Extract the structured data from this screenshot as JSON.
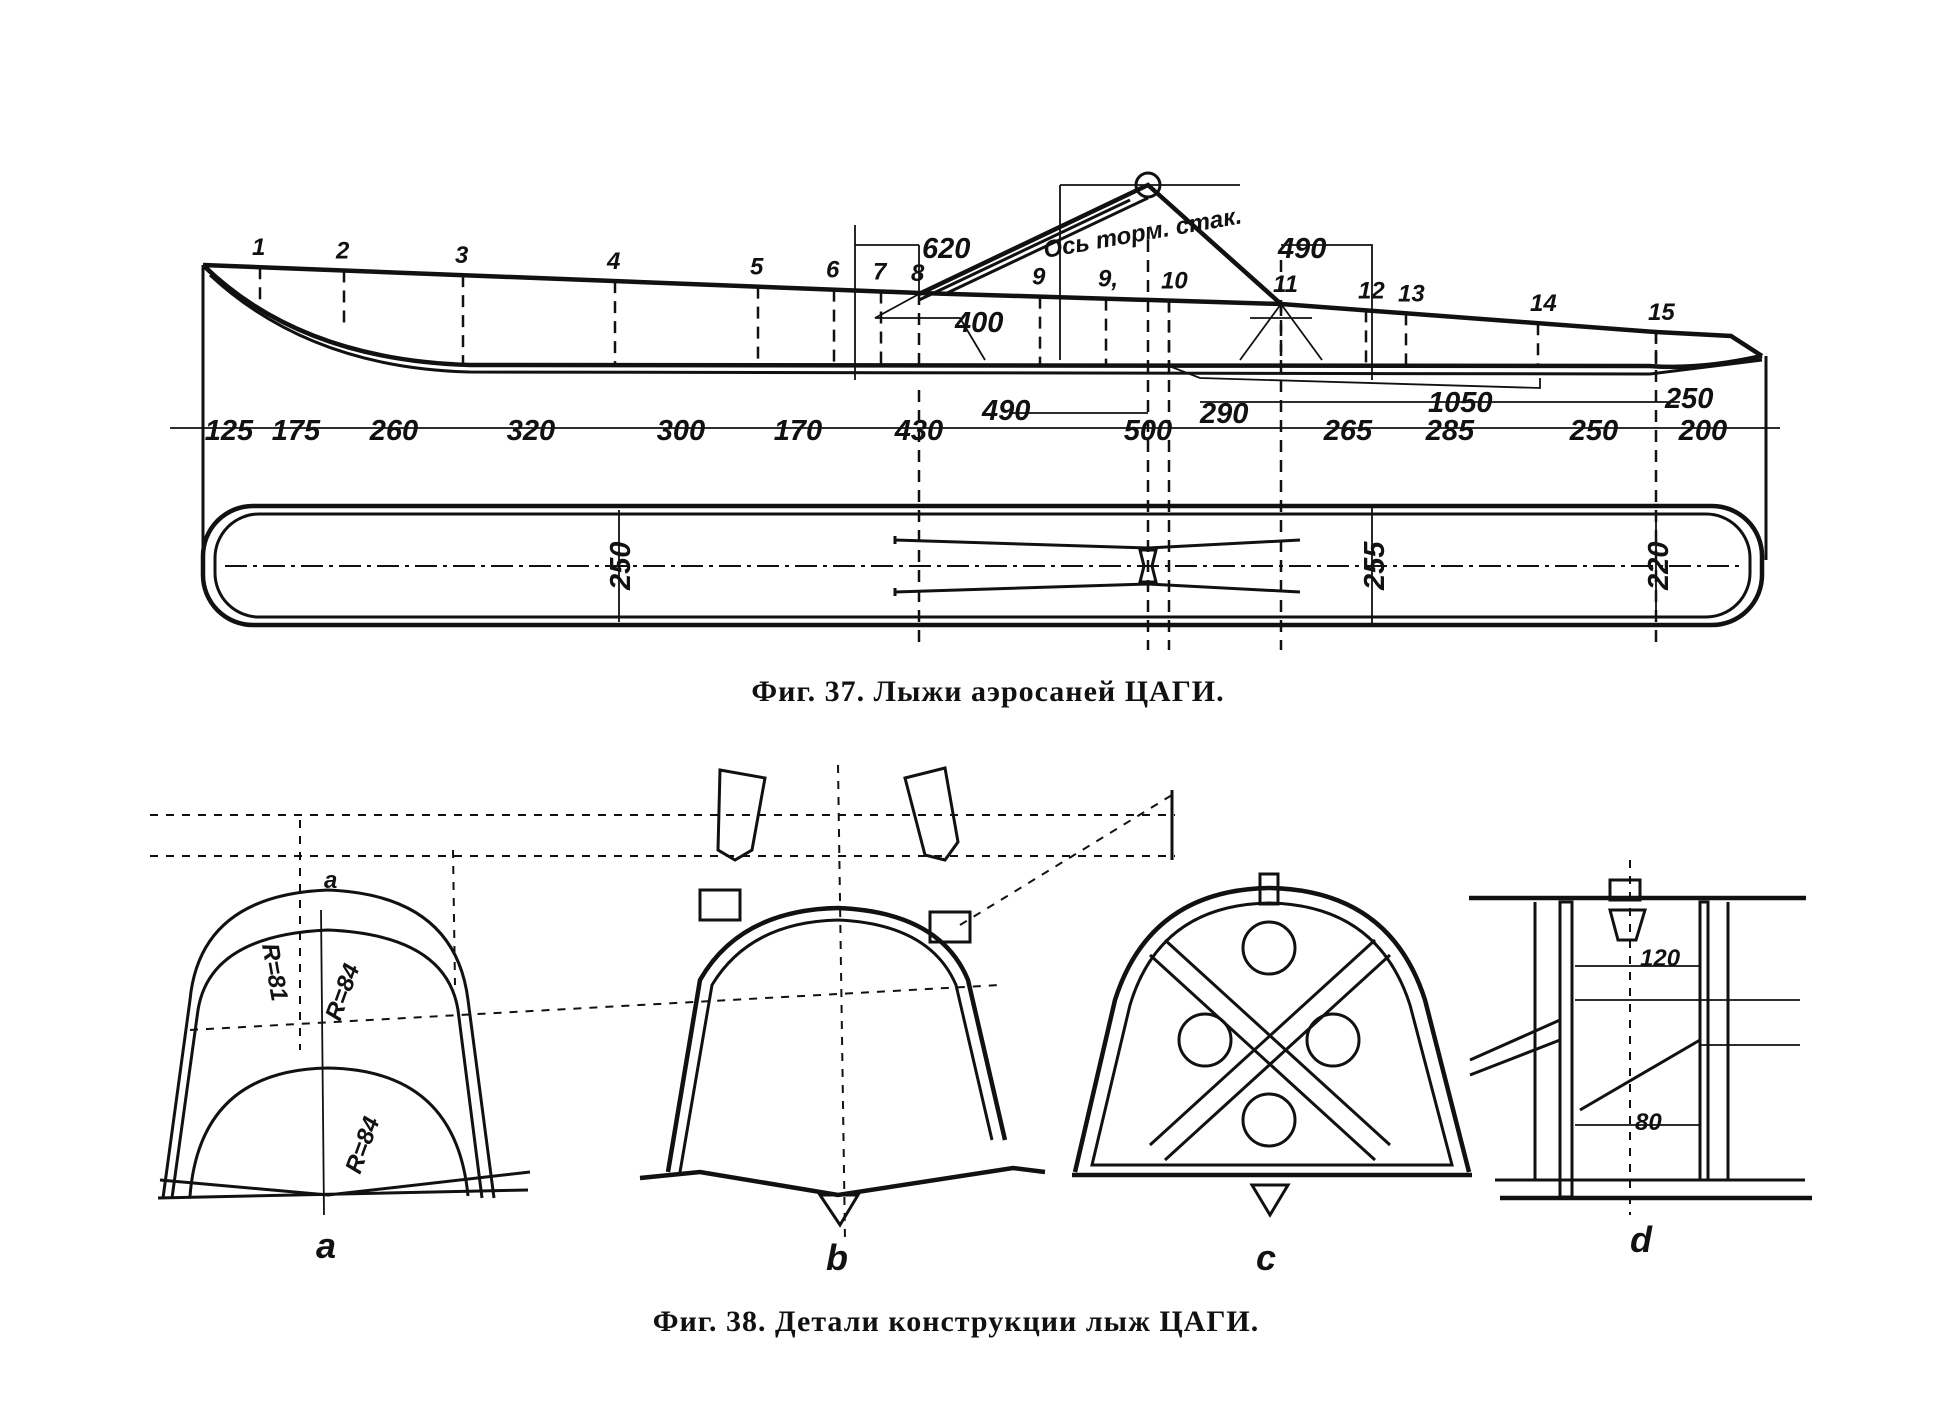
{
  "fig37": {
    "caption": "Фиг. 37. Лыжи аэросаней ЦАГИ.",
    "stations": [
      "1",
      "2",
      "3",
      "4",
      "5",
      "6",
      "7",
      "8",
      "9",
      "9,",
      "10",
      "11",
      "12",
      "13",
      "14",
      "15"
    ],
    "dimensions_bottom": [
      "125",
      "175",
      "260",
      "320",
      "300",
      "170",
      "430",
      "500",
      "265",
      "285",
      "250",
      "200"
    ],
    "dimensions_upper": {
      "d490a": "490",
      "d290": "290",
      "d1050": "1050",
      "d250": "250",
      "d620": "620",
      "d490b": "490",
      "d400": "400"
    },
    "axis_note": "Ось торм. стак.",
    "widths": [
      "250",
      "255",
      "220"
    ]
  },
  "fig38": {
    "caption": "Фиг. 38. Детали конструкции лыж ЦАГИ.",
    "parts": [
      "a",
      "b",
      "c",
      "d"
    ],
    "section_mark": "a",
    "radii": [
      "R=81",
      "R=84",
      "R=84"
    ],
    "dimensions": [
      "120",
      "80"
    ]
  }
}
